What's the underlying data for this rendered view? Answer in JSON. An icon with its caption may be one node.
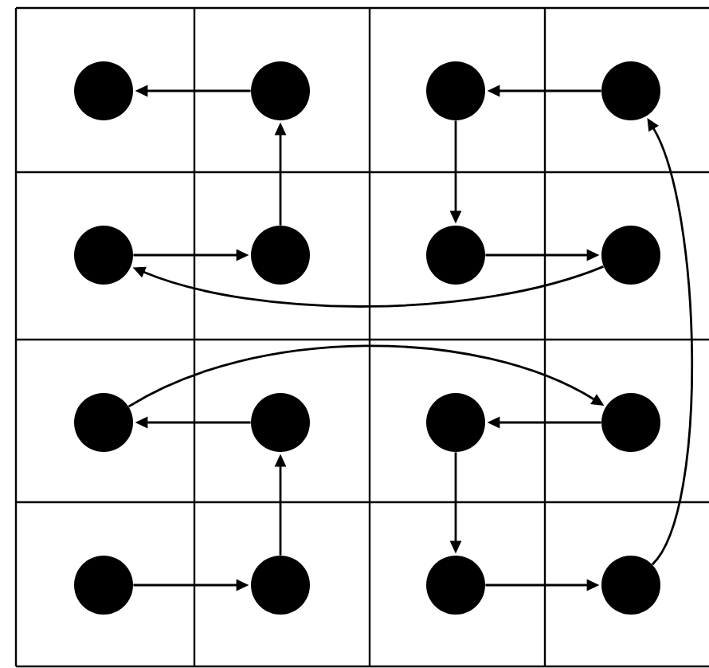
{
  "diagram": {
    "nodes": [
      {
        "text": [],
        "shape": "circle"
      },
      {
        "text": [],
        "shape": "circle"
      },
      {
        "text": [],
        "shape": "circle"
      },
      {
        "text": [],
        "shape": "circle"
      },
      {
        "text": [],
        "shape": "circle"
      },
      {
        "text": [],
        "shape": "circle"
      },
      {
        "text": [],
        "shape": "circle"
      },
      {
        "text": [],
        "shape": "circle"
      },
      {
        "text": [],
        "shape": "circle"
      },
      {
        "text": [],
        "shape": "circle"
      },
      {
        "text": [],
        "shape": "circle"
      },
      {
        "text": [],
        "shape": "circle"
      },
      {
        "text": [],
        "shape": "circle"
      },
      {
        "text": [],
        "shape": "circle"
      },
      {
        "text": [],
        "shape": "circle"
      },
      {
        "text": [],
        "shape": "circle"
      }
    ],
    "edges": [
      {
        "from": 1,
        "to": 0,
        "arrow": "to"
      },
      {
        "from": 3,
        "to": 2,
        "arrow": "to"
      },
      {
        "from": 2,
        "to": 6,
        "arrow": "to"
      },
      {
        "from": 5,
        "to": 1,
        "arrow": "to"
      },
      {
        "from": 4,
        "to": 5,
        "arrow": "to"
      },
      {
        "from": 6,
        "to": 7,
        "arrow": "to"
      },
      {
        "from": 7,
        "to": 4,
        "arrow": "to"
      },
      {
        "from": 15,
        "to": 3,
        "arrow": "to"
      },
      {
        "from": 8,
        "to": 11,
        "arrow": "to"
      },
      {
        "from": 9,
        "to": 8,
        "arrow": "to"
      },
      {
        "from": 11,
        "to": 10,
        "arrow": "to"
      },
      {
        "from": 10,
        "to": 14,
        "arrow": "to"
      },
      {
        "from": 13,
        "to": 9,
        "arrow": "to"
      },
      {
        "from": 12,
        "to": 13,
        "arrow": "to"
      },
      {
        "from": 14,
        "to": 15,
        "arrow": "to"
      }
    ]
  }
}
